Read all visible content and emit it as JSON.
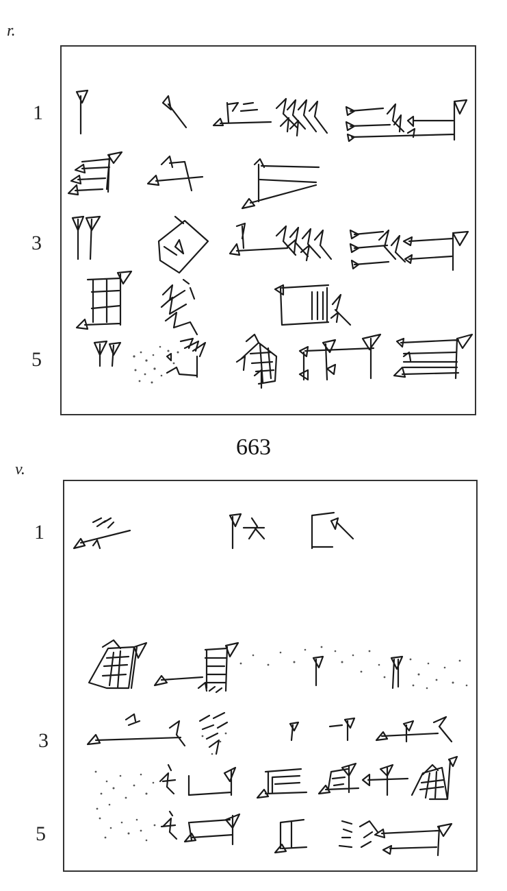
{
  "obverse": {
    "side_label": "r.",
    "line_numbers": [
      "1",
      "3",
      "5"
    ]
  },
  "tablet_number": "663",
  "reverse": {
    "side_label": "v.",
    "line_numbers": [
      "1",
      "3",
      "5"
    ]
  },
  "colors": {
    "ink": "#1a1a1a",
    "frame": "#333333",
    "paper": "#ffffff"
  }
}
